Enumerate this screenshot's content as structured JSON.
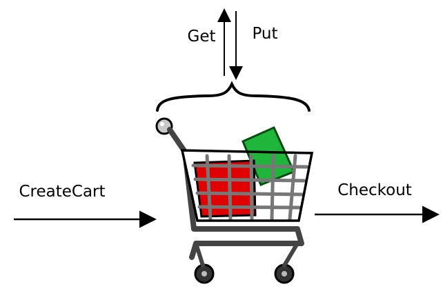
{
  "labels": {
    "get": "Get",
    "put": "Put",
    "create_cart": "CreateCart",
    "checkout": "Checkout"
  },
  "icons": {
    "cart": "shopping-cart-icon"
  },
  "colors": {
    "stroke": "#000000",
    "item_red": "#e00000",
    "item_green": "#1fb53a",
    "cart_grey": "#9a9a9a"
  }
}
